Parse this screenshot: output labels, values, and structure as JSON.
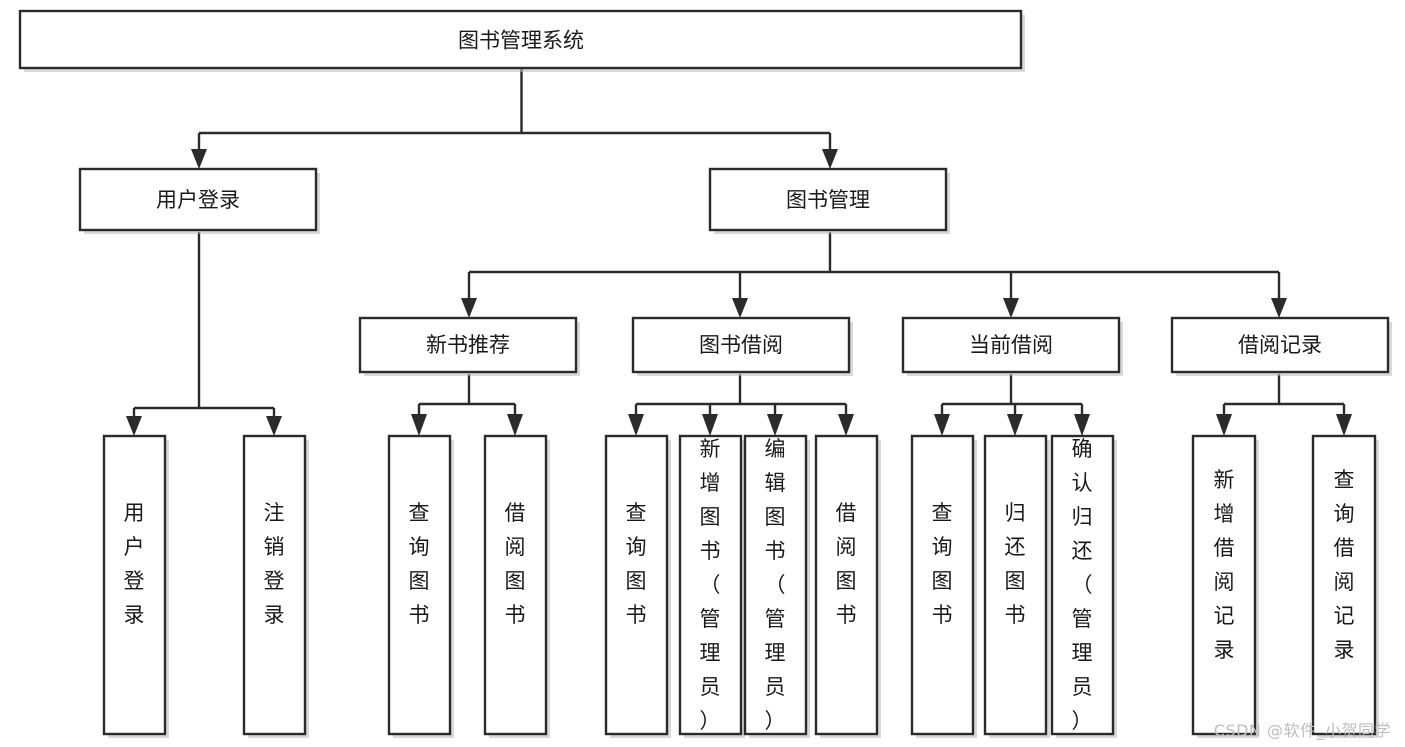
{
  "diagram": {
    "type": "tree",
    "title": "图书管理系统",
    "watermark": "CSDN @软件_小贺同学",
    "colors": {
      "stroke": "#2b2b2b",
      "fill": "#ffffff",
      "text": "#1a1a1a",
      "watermark": "#bdbdbd",
      "background": "#ffffff"
    },
    "root": {
      "label": "图书管理系统"
    },
    "level1": [
      {
        "label": "用户登录"
      },
      {
        "label": "图书管理"
      }
    ],
    "level2": [
      {
        "label": "新书推荐"
      },
      {
        "label": "图书借阅"
      },
      {
        "label": "当前借阅"
      },
      {
        "label": "借阅记录"
      }
    ],
    "leaves": {
      "user_login": [
        {
          "label": "用户登录"
        },
        {
          "label": "注销登录"
        }
      ],
      "new_book_recommend": [
        {
          "label": "查询图书"
        },
        {
          "label": "借阅图书"
        }
      ],
      "book_borrow": [
        {
          "label": "查询图书"
        },
        {
          "label": "新增图书（管理员）"
        },
        {
          "label": "编辑图书（管理员）"
        },
        {
          "label": "借阅图书"
        }
      ],
      "current_borrow": [
        {
          "label": "查询图书"
        },
        {
          "label": "归还图书"
        },
        {
          "label": "确认归还（管理员）"
        }
      ],
      "borrow_record": [
        {
          "label": "新增借阅记录"
        },
        {
          "label": "查询借阅记录"
        }
      ]
    }
  }
}
